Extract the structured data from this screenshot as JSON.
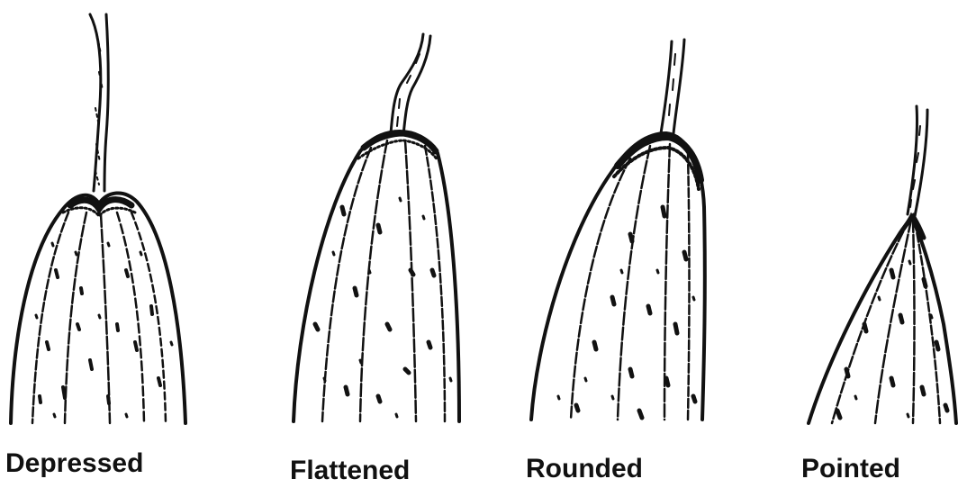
{
  "shapes": [
    {
      "id": "depressed",
      "label": "Depressed"
    },
    {
      "id": "flattened",
      "label": "Flattened"
    },
    {
      "id": "rounded",
      "label": "Rounded"
    },
    {
      "id": "pointed",
      "label": "Pointed"
    }
  ],
  "colors": {
    "ink": "#111111",
    "background": "#ffffff"
  }
}
